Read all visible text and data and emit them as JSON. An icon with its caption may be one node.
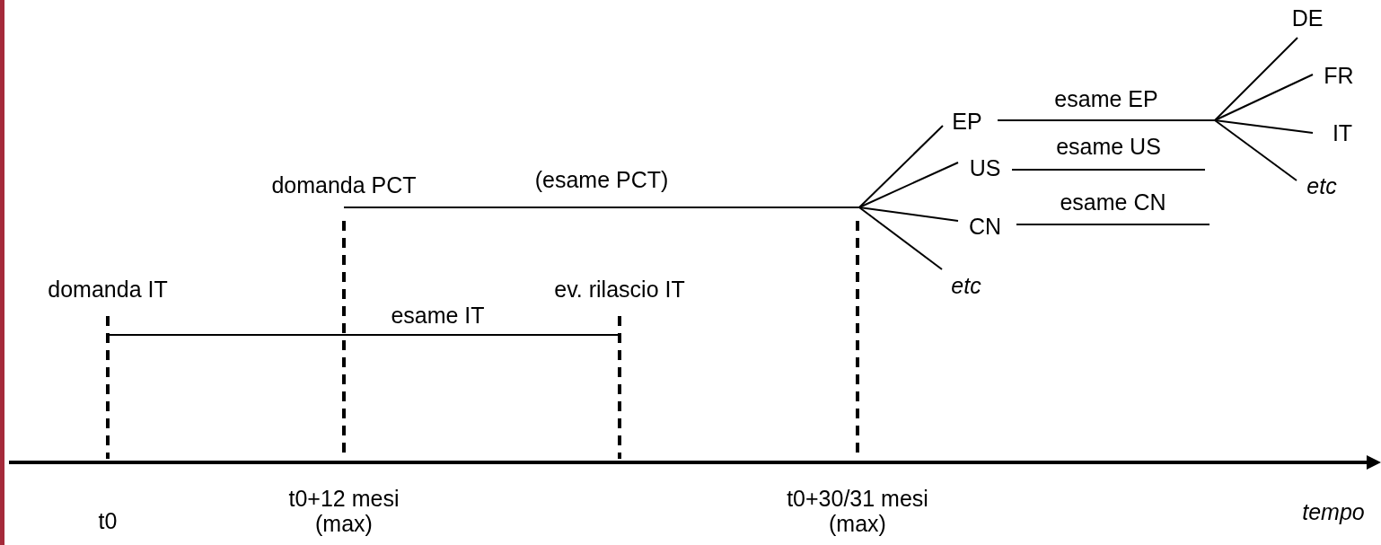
{
  "diagram": {
    "nodes": [
      {
        "text": [
          "esame IT"
        ]
      },
      {
        "text": [
          "(esame PCT)"
        ]
      },
      {
        "text": [
          "EP"
        ]
      },
      {
        "text": [
          "US"
        ]
      },
      {
        "text": [
          "CN"
        ]
      },
      {
        "text": [
          "etc"
        ]
      },
      {
        "text": [
          "esame EP"
        ]
      },
      {
        "text": [
          "esame US"
        ]
      },
      {
        "text": [
          "esame CN"
        ]
      },
      {
        "text": [
          "DE"
        ]
      },
      {
        "text": [
          "FR"
        ]
      },
      {
        "text": [
          "IT"
        ]
      },
      {
        "text": [
          "etc"
        ]
      }
    ],
    "edges": [
      {
        "from": 1,
        "to": 2,
        "arrow": "none"
      },
      {
        "from": 1,
        "to": 3,
        "arrow": "none"
      },
      {
        "from": 1,
        "to": 4,
        "arrow": "none"
      },
      {
        "from": 1,
        "to": 5,
        "arrow": "none"
      },
      {
        "from": 6,
        "to": 9,
        "arrow": "none"
      },
      {
        "from": 6,
        "to": 10,
        "arrow": "none"
      },
      {
        "from": 6,
        "to": 11,
        "arrow": "none"
      },
      {
        "from": 6,
        "to": 12,
        "arrow": "none"
      }
    ],
    "labels": [
      "domanda PCT",
      "domanda IT",
      "ev. rilascio IT",
      "t0+12 mesi (max)",
      "t0+30/31 mesi (max)",
      "tempo",
      "t0"
    ]
  }
}
